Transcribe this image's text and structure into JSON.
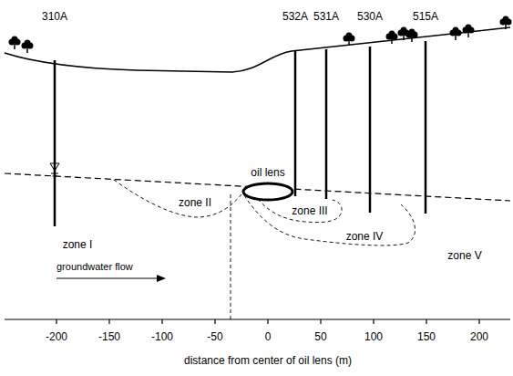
{
  "diagram": {
    "labels": [
      "310A",
      "532A",
      "531A",
      "530A",
      "515A",
      "oil lens",
      "zone II",
      "zone I",
      "zone III",
      "zone IV",
      "zone V",
      "groundwater flow",
      "-200",
      "-150",
      "-100",
      "-50",
      "0",
      "50",
      "100",
      "150",
      "200",
      "distance from center of oil lens (m)"
    ]
  }
}
